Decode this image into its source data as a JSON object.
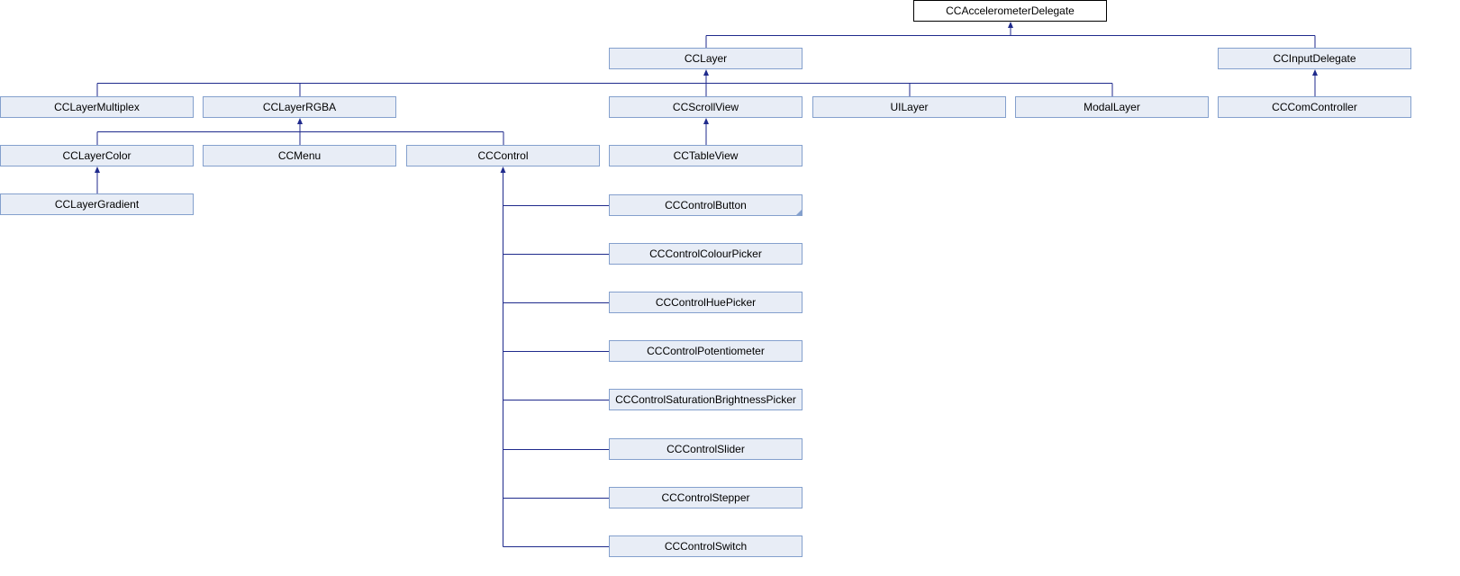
{
  "diagram": {
    "nodes": [
      {
        "id": "accel",
        "label": "CCAccelerometerDelegate",
        "root": true
      },
      {
        "id": "layer",
        "label": "CCLayer"
      },
      {
        "id": "input",
        "label": "CCInputDelegate"
      },
      {
        "id": "multiplex",
        "label": "CCLayerMultiplex"
      },
      {
        "id": "rgba",
        "label": "CCLayerRGBA"
      },
      {
        "id": "scroll",
        "label": "CCScrollView"
      },
      {
        "id": "uilayer",
        "label": "UILayer"
      },
      {
        "id": "modal",
        "label": "ModalLayer"
      },
      {
        "id": "comctrl",
        "label": "CCComController"
      },
      {
        "id": "color",
        "label": "CCLayerColor"
      },
      {
        "id": "menu",
        "label": "CCMenu"
      },
      {
        "id": "control",
        "label": "CCControl"
      },
      {
        "id": "table",
        "label": "CCTableView"
      },
      {
        "id": "gradient",
        "label": "CCLayerGradient"
      },
      {
        "id": "button",
        "label": "CCControlButton",
        "folded": true
      },
      {
        "id": "colourpicker",
        "label": "CCControlColourPicker"
      },
      {
        "id": "huepicker",
        "label": "CCControlHuePicker"
      },
      {
        "id": "potentiometer",
        "label": "CCControlPotentiometer"
      },
      {
        "id": "satbright",
        "label": "CCControlSaturationBrightnessPicker"
      },
      {
        "id": "slider",
        "label": "CCControlSlider"
      },
      {
        "id": "stepper",
        "label": "CCControlStepper"
      },
      {
        "id": "switch",
        "label": "CCControlSwitch"
      }
    ],
    "edges": [
      {
        "from": "layer",
        "to": "accel"
      },
      {
        "from": "input",
        "to": "accel"
      },
      {
        "from": "multiplex",
        "to": "layer"
      },
      {
        "from": "rgba",
        "to": "layer"
      },
      {
        "from": "scroll",
        "to": "layer"
      },
      {
        "from": "uilayer",
        "to": "layer"
      },
      {
        "from": "modal",
        "to": "layer"
      },
      {
        "from": "comctrl",
        "to": "input"
      },
      {
        "from": "color",
        "to": "rgba"
      },
      {
        "from": "menu",
        "to": "rgba"
      },
      {
        "from": "control",
        "to": "rgba"
      },
      {
        "from": "table",
        "to": "scroll"
      },
      {
        "from": "gradient",
        "to": "color"
      },
      {
        "from": "button",
        "to": "control"
      },
      {
        "from": "colourpicker",
        "to": "control"
      },
      {
        "from": "huepicker",
        "to": "control"
      },
      {
        "from": "potentiometer",
        "to": "control"
      },
      {
        "from": "satbright",
        "to": "control"
      },
      {
        "from": "slider",
        "to": "control"
      },
      {
        "from": "stepper",
        "to": "control"
      },
      {
        "from": "switch",
        "to": "control"
      }
    ],
    "colors": {
      "node_fill": "#e8edf6",
      "node_border": "#84a0cd",
      "root_fill": "#ffffff",
      "root_border": "#000000",
      "edge": "#1f2a8c"
    }
  }
}
